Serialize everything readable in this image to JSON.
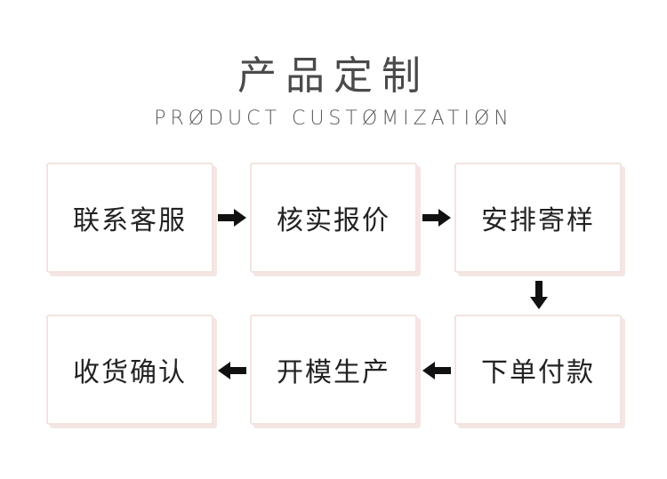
{
  "header": {
    "title_cn": "产品定制",
    "title_en": "PRØDUCT CUSTØMIZATIØN"
  },
  "steps": [
    {
      "label": "联系客服"
    },
    {
      "label": "核实报价"
    },
    {
      "label": "安排寄样"
    },
    {
      "label": "下单付款"
    },
    {
      "label": "开模生产"
    },
    {
      "label": "收货确认"
    }
  ],
  "colors": {
    "box_border": "#f3e3e0",
    "box_shadow": "#f4e6e3",
    "arrow": "#111111",
    "text": "#222222"
  },
  "icons": {
    "arrow_right": "arrow-right-icon",
    "arrow_down": "arrow-down-icon",
    "arrow_left": "arrow-left-icon"
  }
}
